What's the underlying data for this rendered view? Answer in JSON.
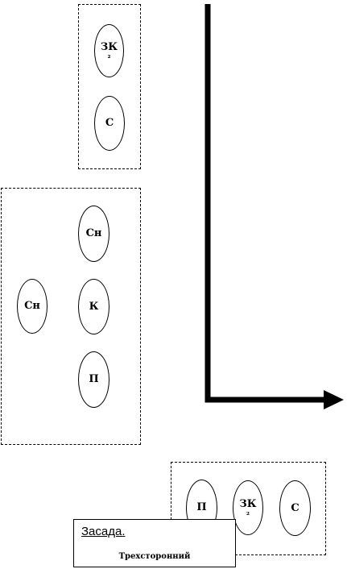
{
  "groups": {
    "top": {
      "nodes": [
        {
          "label": "ЗК",
          "sub": "₂"
        },
        {
          "label": "С",
          "sub": ""
        }
      ]
    },
    "middle": {
      "nodes": [
        {
          "label": "Сн",
          "sub": ""
        },
        {
          "label": "Сн",
          "sub": ""
        },
        {
          "label": "К",
          "sub": ""
        },
        {
          "label": "П",
          "sub": ""
        }
      ]
    },
    "bottom": {
      "nodes": [
        {
          "label": "П",
          "sub": ""
        },
        {
          "label": "ЗК",
          "sub": "₂"
        },
        {
          "label": "С",
          "sub": ""
        }
      ]
    }
  },
  "caption": {
    "title": "Засада.",
    "subtitle": "Трехсторонний"
  }
}
